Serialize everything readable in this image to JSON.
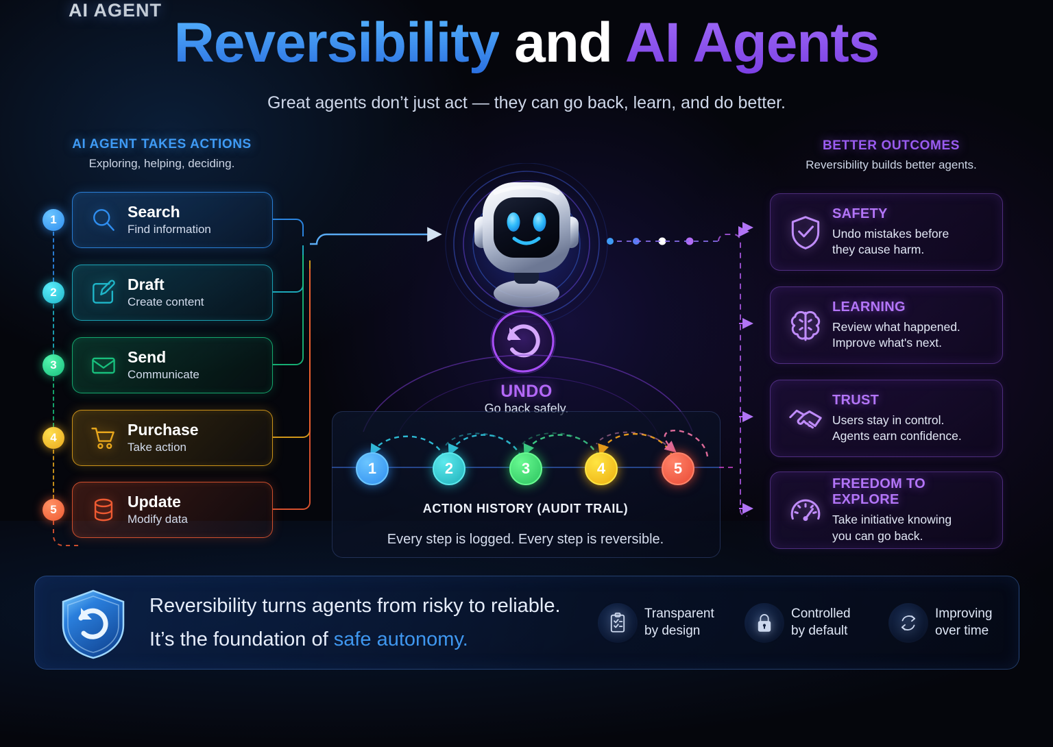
{
  "header": {
    "title_part1": "Reversibility",
    "title_part2": "and",
    "title_part3": "AI Agents",
    "subtitle": "Great agents don’t just act — they can go back, learn, and do better."
  },
  "left_column": {
    "heading": "AI AGENT TAKES ACTIONS",
    "subheading": "Exploring, helping, deciding.",
    "accent": "#3f9bf5",
    "actions": [
      {
        "step": "1",
        "title": "Search",
        "desc": "Find information",
        "icon": "magnifier-icon",
        "color": "#2f8ef0"
      },
      {
        "step": "2",
        "title": "Draft",
        "desc": "Create content",
        "icon": "pencil-square-icon",
        "color": "#1fb6c9"
      },
      {
        "step": "3",
        "title": "Send",
        "desc": "Communicate",
        "icon": "envelope-icon",
        "color": "#18bf7d"
      },
      {
        "step": "4",
        "title": "Purchase",
        "desc": "Take action",
        "icon": "shopping-cart-icon",
        "color": "#e8a71c"
      },
      {
        "step": "5",
        "title": "Update",
        "desc": "Modify data",
        "icon": "database-icon",
        "color": "#ef5a32"
      }
    ]
  },
  "center": {
    "agent_label": "AI AGENT",
    "undo_label": "UNDO",
    "undo_sub": "Go back safely.",
    "undo_icon": "undo-arrow-icon",
    "robot_icon": "robot-head-icon",
    "timeline": {
      "title": "ACTION HISTORY (AUDIT TRAIL)",
      "caption": "Every step is logged. Every step is reversible.",
      "nodes": [
        "1",
        "2",
        "3",
        "4",
        "5"
      ],
      "node_colors": [
        "#2f8ef0",
        "#20b2bb",
        "#2cc35f",
        "#edae10",
        "#ea4b36"
      ]
    }
  },
  "right_column": {
    "heading": "BETTER OUTCOMES",
    "subheading": "Reversibility builds better agents.",
    "accent": "#9a5cf0",
    "outcomes": [
      {
        "title": "SAFETY",
        "desc": "Undo mistakes before\nthey cause harm.",
        "icon": "shield-check-icon"
      },
      {
        "title": "LEARNING",
        "desc": "Review what happened.\nImprove what's next.",
        "icon": "brain-icon"
      },
      {
        "title": "TRUST",
        "desc": "Users stay in control.\nAgents earn confidence.",
        "icon": "handshake-icon"
      },
      {
        "title": "FREEDOM TO EXPLORE",
        "desc": "Take initiative knowing\nyou can go back.",
        "icon": "gauge-icon"
      }
    ]
  },
  "banner": {
    "shield_icon": "shield-undo-icon",
    "line1": "Reversibility turns agents from risky to reliable.",
    "line2_pre": "It’s the foundation of ",
    "line2_accent": "safe autonomy.",
    "accent_color": "#3f97ef",
    "pills": [
      {
        "icon": "clipboard-check-icon",
        "line1": "Transparent",
        "line2": "by design"
      },
      {
        "icon": "lock-icon",
        "line1": "Controlled",
        "line2": "by default"
      },
      {
        "icon": "refresh-cycle-icon",
        "line1": "Improving",
        "line2": "over time"
      }
    ]
  }
}
